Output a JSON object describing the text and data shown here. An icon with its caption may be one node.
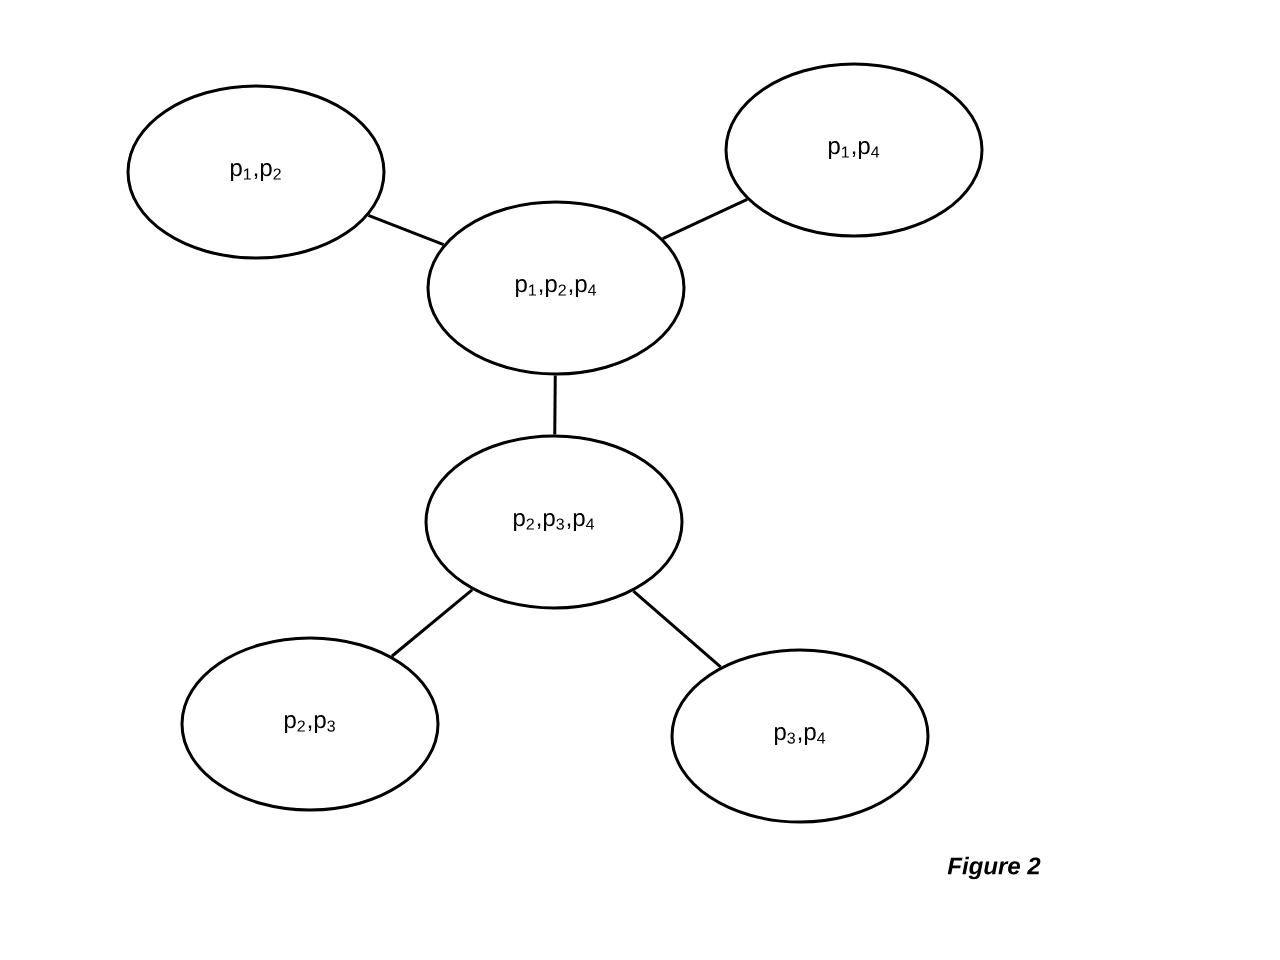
{
  "diagram": {
    "caption": "Figure 2",
    "nodes": [
      {
        "text": [
          "p$_{1}$,p$_{2}$"
        ]
      },
      {
        "text": [
          "p$_{1}$,p$_{4}$"
        ]
      },
      {
        "text": [
          "p$_{1}$,p$_{2}$,p$_{4}$"
        ]
      },
      {
        "text": [
          "p$_{2}$,p$_{3}$,p$_{4}$"
        ]
      },
      {
        "text": [
          "p$_{2}$,p$_{3}$"
        ]
      },
      {
        "text": [
          "p$_{3}$,p$_{4}$"
        ]
      }
    ],
    "edges": [
      {
        "from": 0,
        "to": 2,
        "arrow": "none"
      },
      {
        "from": 1,
        "to": 2,
        "arrow": "none"
      },
      {
        "from": 2,
        "to": 3,
        "arrow": "none"
      },
      {
        "from": 3,
        "to": 4,
        "arrow": "none"
      },
      {
        "from": 3,
        "to": 5,
        "arrow": "none"
      }
    ]
  }
}
